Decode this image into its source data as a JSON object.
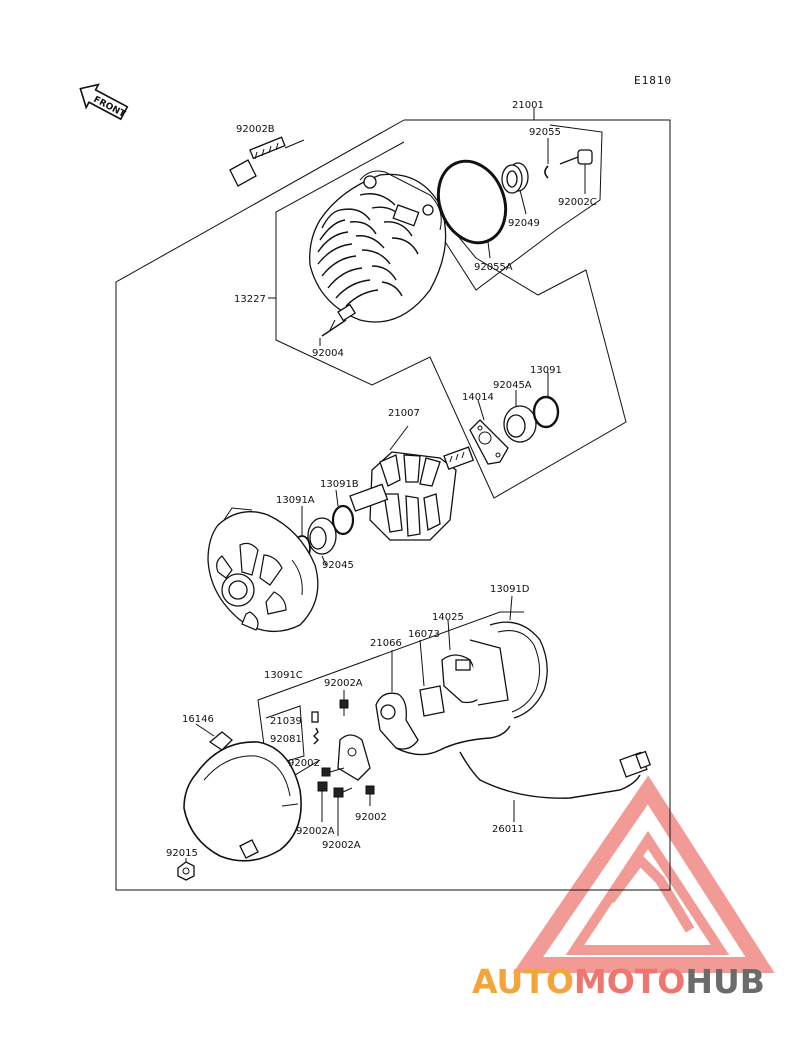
{
  "diagram": {
    "code": "E1810",
    "front_label": "FRONT",
    "callouts": [
      {
        "id": "21001",
        "text": "21001"
      },
      {
        "id": "92002B",
        "text": "92002B"
      },
      {
        "id": "92055",
        "text": "92055"
      },
      {
        "id": "92002C",
        "text": "92002C"
      },
      {
        "id": "92049",
        "text": "92049"
      },
      {
        "id": "92055A",
        "text": "92055A"
      },
      {
        "id": "13227",
        "text": "13227"
      },
      {
        "id": "92004",
        "text": "92004"
      },
      {
        "id": "13091",
        "text": "13091"
      },
      {
        "id": "92045A",
        "text": "92045A"
      },
      {
        "id": "14014",
        "text": "14014"
      },
      {
        "id": "21007",
        "text": "21007"
      },
      {
        "id": "13091B",
        "text": "13091B"
      },
      {
        "id": "13091A",
        "text": "13091A"
      },
      {
        "id": "92045",
        "text": "92045"
      },
      {
        "id": "13091D",
        "text": "13091D"
      },
      {
        "id": "14025",
        "text": "14025"
      },
      {
        "id": "16073",
        "text": "16073"
      },
      {
        "id": "21066",
        "text": "21066"
      },
      {
        "id": "13091C",
        "text": "13091C"
      },
      {
        "id": "92002A_1",
        "text": "92002A"
      },
      {
        "id": "16146",
        "text": "16146"
      },
      {
        "id": "21039",
        "text": "21039"
      },
      {
        "id": "92081",
        "text": "92081"
      },
      {
        "id": "92002_1",
        "text": "92002"
      },
      {
        "id": "92002_2",
        "text": "92002"
      },
      {
        "id": "92002A_2",
        "text": "92002A"
      },
      {
        "id": "92002A_3",
        "text": "92002A"
      },
      {
        "id": "26011",
        "text": "26011"
      },
      {
        "id": "92015",
        "text": "92015"
      }
    ]
  },
  "watermark": {
    "part1": "AUTO",
    "part2": "MOTO",
    "part3": "HUB",
    "colors": {
      "auto": "#f5a43a",
      "moto": "#f0756e",
      "hub": "#6b6b6b",
      "triangle": "#f08a84"
    }
  }
}
